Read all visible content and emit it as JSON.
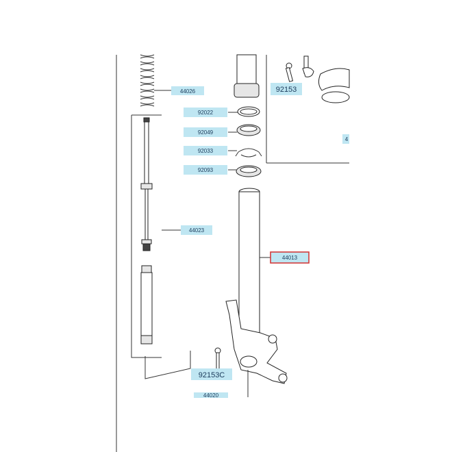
{
  "labels": {
    "spring": "44026",
    "seal_top": "92022",
    "oil_seal": "92049",
    "clip": "92033",
    "dust_seal": "92093",
    "damper": "44023",
    "outer_tube": "44013",
    "bolt": "92153C",
    "clamp_bolt": "92153",
    "partial_right": "4",
    "partial_bottom": "44020"
  },
  "colors": {
    "label_fill": "#bfe6f2",
    "label_text": "#1a3a5a",
    "selected_border": "#d23b3b",
    "line": "#333333"
  }
}
